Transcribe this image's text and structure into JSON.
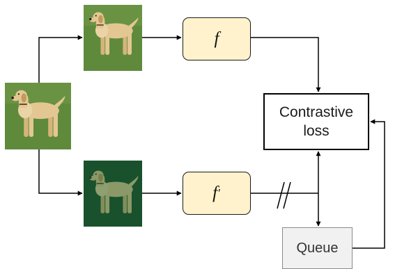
{
  "nodes": {
    "encoder": {
      "symbol": "f"
    },
    "momentum_encoder": {
      "symbol": "f",
      "prime": "′"
    },
    "loss": {
      "label": "Contrastive\nloss"
    },
    "queue": {
      "label": "Queue"
    }
  },
  "colors": {
    "encoder_fill": "#fff2cc",
    "queue_fill": "#f1f1f1",
    "line": "#000000",
    "grass": "#5f8a3c",
    "grass_dark": "#1f4a2e",
    "dog": "#e3c793"
  },
  "images": {
    "input": "dog-photo",
    "view_1": "dog-photo",
    "view_2": "dog-photo-green-tint"
  }
}
